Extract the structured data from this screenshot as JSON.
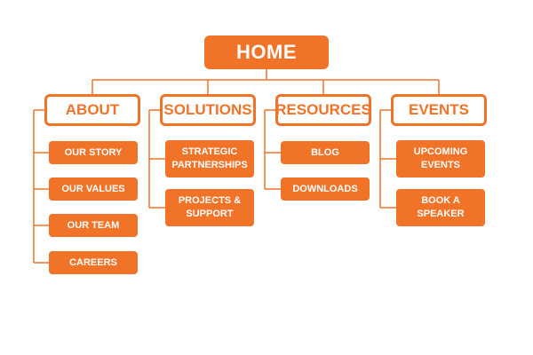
{
  "colors": {
    "accent": "#f07328",
    "line": "#f07328",
    "background": "#ffffff"
  },
  "home": {
    "label": "HOME"
  },
  "categories": [
    {
      "label": "ABOUT",
      "children": [
        "OUR STORY",
        "OUR VALUES",
        "OUR TEAM",
        "CAREERS"
      ]
    },
    {
      "label": "SOLUTIONS",
      "children": [
        "STRATEGIC PARTNERSHIPS",
        "PROJECTS & SUPPORT"
      ]
    },
    {
      "label": "RESOURCES",
      "children": [
        "BLOG",
        "DOWNLOADS"
      ]
    },
    {
      "label": "EVENTS",
      "children": [
        "UPCOMING EVENTS",
        "BOOK A SPEAKER"
      ]
    }
  ]
}
